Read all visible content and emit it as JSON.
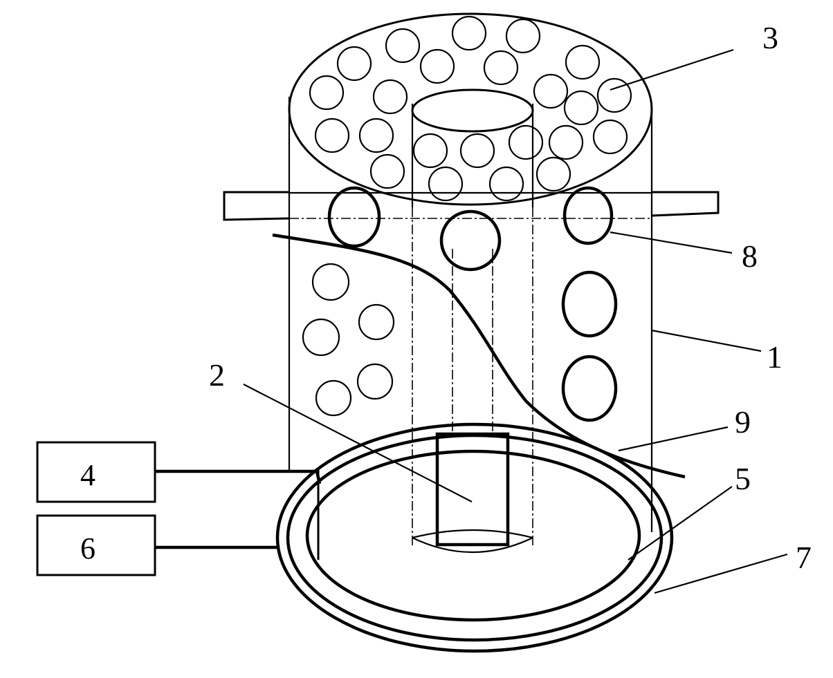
{
  "labels": {
    "cylinder": "1",
    "rod": "2",
    "top_disc": "3",
    "box_upper": "4",
    "inner_ring": "5",
    "box_lower": "6",
    "outer_ring": "7",
    "flange_hole": "8",
    "wire": "9"
  }
}
